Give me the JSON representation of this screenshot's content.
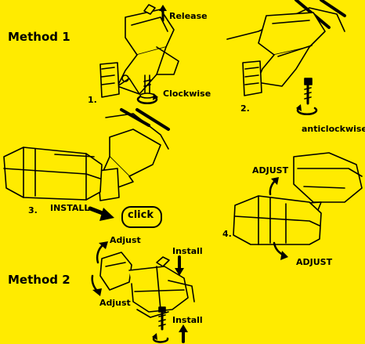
{
  "methods": {
    "m1": "Method 1",
    "m2": "Method 2"
  },
  "steps": {
    "s1": "1.",
    "s2": "2.",
    "s3": "3.",
    "s4": "4."
  },
  "labels": {
    "release": "Release",
    "clockwise": "Clockwise",
    "anticlockwise": "anticlockwise",
    "install_caps": "INSTALL",
    "click": "click",
    "adjust_caps_top": "ADJUST",
    "adjust_caps_bottom": "ADJUST",
    "adjust_top": "Adjust",
    "adjust_bottom": "Adjust",
    "install_top": "Install",
    "install_bottom": "Install"
  },
  "colors": {
    "background": "#ffeb00",
    "ink": "#000000"
  }
}
